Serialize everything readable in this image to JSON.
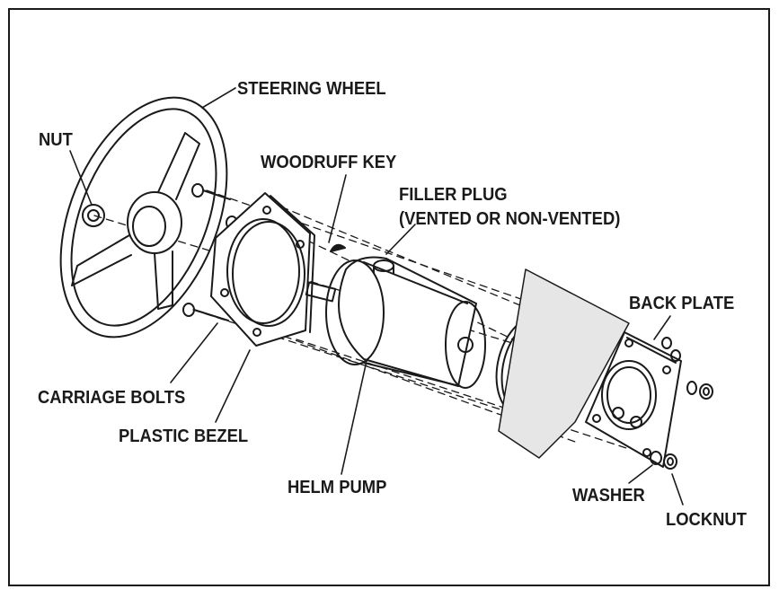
{
  "labels": {
    "steering_wheel": "STEERING WHEEL",
    "nut": "NUT",
    "woodruff_key": "WOODRUFF KEY",
    "filler_plug_line1": "FILLER PLUG",
    "filler_plug_line2": "(VENTED OR NON-VENTED)",
    "back_plate": "BACK PLATE",
    "carriage_bolts": "CARRIAGE BOLTS",
    "plastic_bezel": "PLASTIC BEZEL",
    "helm_pump": "HELM PUMP",
    "washer": "WASHER",
    "locknut": "LOCKNUT"
  },
  "colors": {
    "ink": "#1a1a1a",
    "shade": "#cfcfcf",
    "paper": "#ffffff"
  }
}
